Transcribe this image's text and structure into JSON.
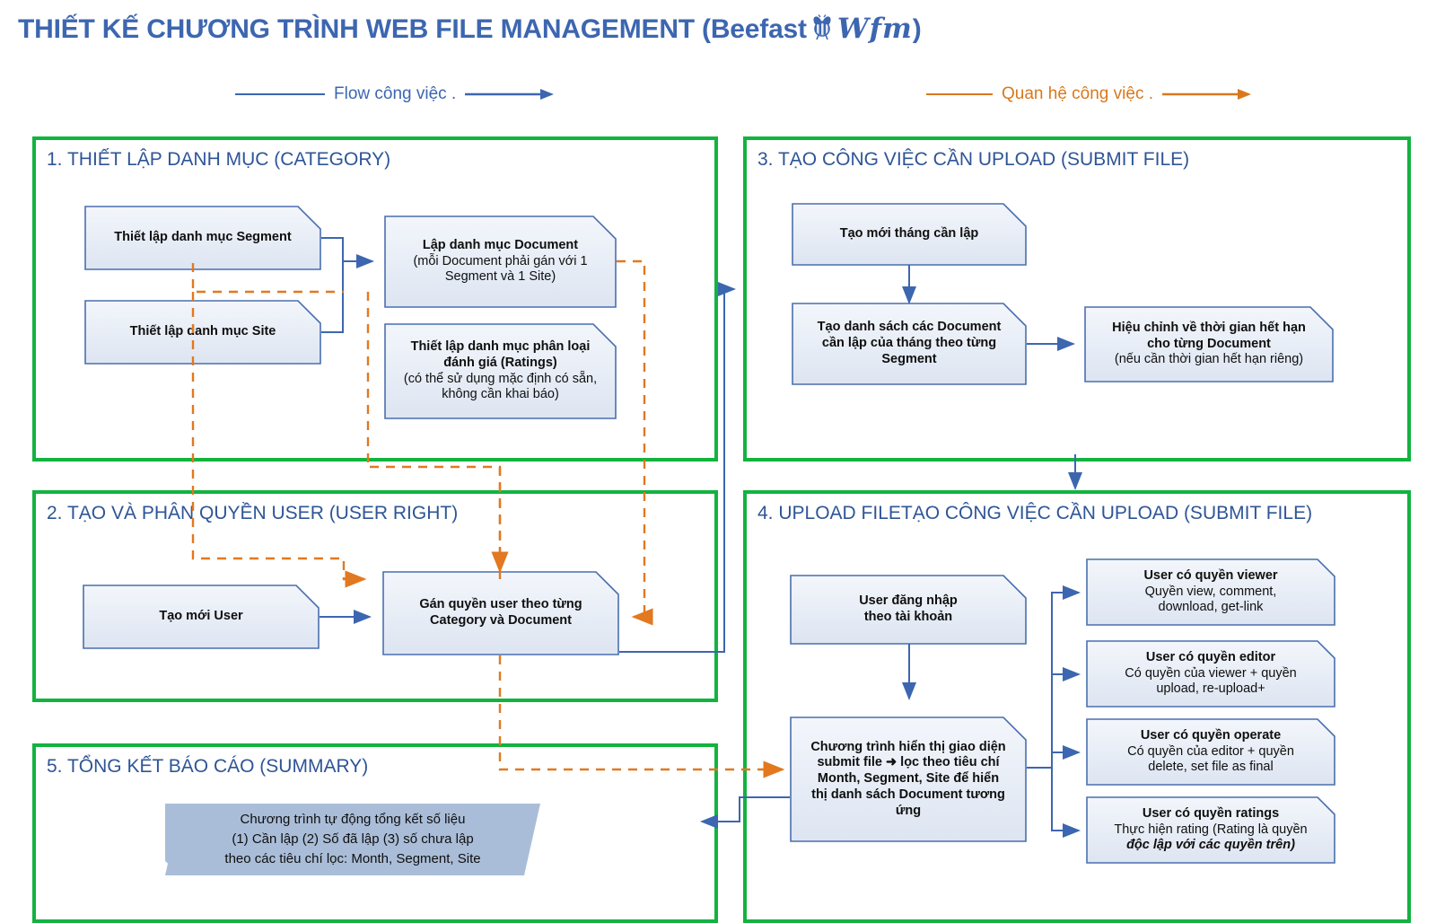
{
  "title": {
    "text_before": "THIẾT KẾ CHƯƠNG TRÌNH WEB FILE MANAGEMENT (Beefast",
    "logo_name": "bee-logo",
    "wordmark": "Wfm",
    "text_after": ")"
  },
  "legend": {
    "flow": "Flow công việc  .",
    "relation": "Quan hệ công việc  .",
    "flow_color": "#3d66b0",
    "relation_color": "#d9781d"
  },
  "colors": {
    "panel_border": "#12b33f",
    "panel_title": "#2e5596",
    "node_border": "#4a6fae",
    "node_fill_top": "#f3f6fb",
    "node_fill_bottom": "#dde5f2",
    "summary_fill": "#aabdd8",
    "blue_arrow": "#3d66b0",
    "orange_arrow": "#e2781f"
  },
  "sections": [
    {
      "id": "category",
      "title": "1. THIẾT LẬP DANH MỤC (CATEGORY)",
      "nodes": [
        {
          "id": "segment",
          "lines": [
            {
              "t": "Thiết lập danh mục Segment",
              "s": "b"
            }
          ]
        },
        {
          "id": "site",
          "lines": [
            {
              "t": "Thiết lập danh mục Site",
              "s": "b"
            }
          ]
        },
        {
          "id": "document",
          "lines": [
            {
              "t": "Lập danh mục Document",
              "s": "b"
            },
            {
              "t": "(mỗi Document phải gán với 1",
              "s": "n"
            },
            {
              "t": "Segment và 1 Site)",
              "s": "n"
            }
          ]
        },
        {
          "id": "ratings",
          "lines": [
            {
              "t": "Thiết lập danh mục phân loại",
              "s": "b"
            },
            {
              "t": "đánh giá (Ratings)",
              "s": "b"
            },
            {
              "t": "(có thể sử dụng mặc định có sẵn,",
              "s": "n"
            },
            {
              "t": "không cần khai báo)",
              "s": "n"
            }
          ]
        }
      ]
    },
    {
      "id": "user-right",
      "title": "2. TẠO VÀ PHÂN QUYỀN USER (USER RIGHT)",
      "nodes": [
        {
          "id": "new-user",
          "lines": [
            {
              "t": "Tạo mới User",
              "s": "b"
            }
          ]
        },
        {
          "id": "assign-right",
          "lines": [
            {
              "t": "Gán quyền user theo từng",
              "s": "b"
            },
            {
              "t": "Category và Document",
              "s": "b"
            }
          ]
        }
      ]
    },
    {
      "id": "submit-file",
      "title": "3. TẠO CÔNG VIỆC CẦN UPLOAD (SUBMIT FILE)",
      "nodes": [
        {
          "id": "new-month",
          "lines": [
            {
              "t": "Tạo mới tháng cần lập",
              "s": "b"
            }
          ]
        },
        {
          "id": "doc-list",
          "lines": [
            {
              "t": "Tạo danh sách các Document",
              "s": "b"
            },
            {
              "t": "cần lập của tháng theo từng",
              "s": "b"
            },
            {
              "t": "Segment",
              "s": "b"
            }
          ]
        },
        {
          "id": "expiry",
          "lines": [
            {
              "t": "Hiệu chỉnh về thời gian hết hạn",
              "s": "b"
            },
            {
              "t": "cho từng Document",
              "s": "b"
            },
            {
              "t": "(nếu cần thời gian hết hạn riêng)",
              "s": "n"
            }
          ]
        }
      ]
    },
    {
      "id": "upload-file",
      "title": "4. UPLOAD FILETẠO CÔNG VIỆC CẦN UPLOAD (SUBMIT FILE)",
      "nodes": [
        {
          "id": "login",
          "lines": [
            {
              "t": "User đăng nhập",
              "s": "b"
            },
            {
              "t": "theo tài khoản",
              "s": "b"
            }
          ]
        },
        {
          "id": "submit-ui",
          "lines": [
            {
              "t": "Chương trình hiển thị giao diện",
              "s": "b"
            },
            {
              "t": "submit file ➜ lọc theo tiêu chí",
              "s": "b"
            },
            {
              "t": "Month, Segment, Site để hiển",
              "s": "b"
            },
            {
              "t": "thị danh sách Document tương",
              "s": "b"
            },
            {
              "t": "ứng",
              "s": "b"
            }
          ]
        },
        {
          "id": "role-viewer",
          "lines": [
            {
              "t": "User có quyền viewer",
              "s": "b"
            },
            {
              "t": "Quyền view, comment,",
              "s": "n"
            },
            {
              "t": "download, get-link",
              "s": "n"
            }
          ]
        },
        {
          "id": "role-editor",
          "lines": [
            {
              "t": "User có quyền editor",
              "s": "b"
            },
            {
              "t": "Có quyền của viewer + quyền",
              "s": "n"
            },
            {
              "t": "upload, re-upload+",
              "s": "n"
            }
          ]
        },
        {
          "id": "role-operate",
          "lines": [
            {
              "t": "User có quyền operate",
              "s": "b"
            },
            {
              "t": "Có quyền của editor + quyền",
              "s": "n"
            },
            {
              "t": "delete, set file as final",
              "s": "n"
            }
          ]
        },
        {
          "id": "role-ratings",
          "lines": [
            {
              "t": "User có quyền ratings",
              "s": "b"
            },
            {
              "t": "Thực hiện rating (Rating là quyền",
              "s": "n"
            },
            {
              "t": "độc lập với các quyền trên)",
              "s": "i"
            }
          ]
        }
      ]
    },
    {
      "id": "summary",
      "title": "5. TỔNG KẾT BÁO CÁO (SUMMARY)",
      "nodes": [
        {
          "id": "summary-box",
          "lines": [
            {
              "t": "Chương trình tự động tổng kết số liệu",
              "s": "n"
            },
            {
              "t": "(1) Cần lập  (2) Số đã lập  (3) số chưa lập",
              "s": "n"
            },
            {
              "t": "theo các tiêu chí lọc: Month, Segment, Site",
              "s": "n"
            }
          ]
        }
      ]
    }
  ]
}
